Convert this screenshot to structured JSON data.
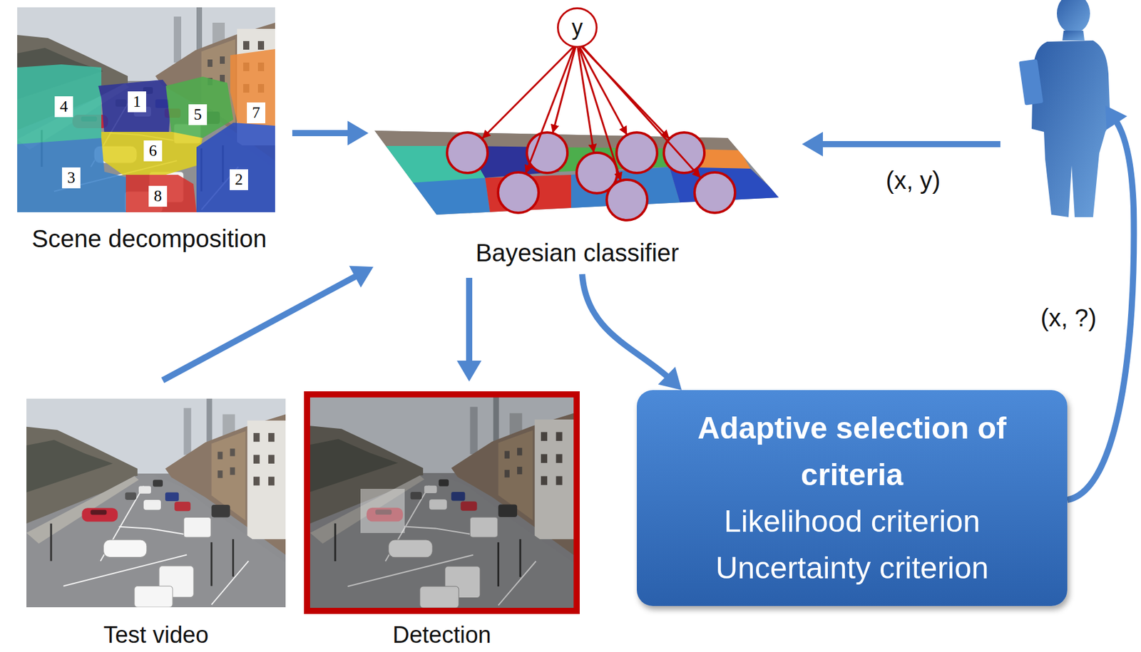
{
  "diagram": {
    "nodes": [
      {
        "text": [
          "Scene decomposition"
        ]
      },
      {
        "text": [
          "4"
        ],
        "in": 0
      },
      {
        "text": [
          "1"
        ],
        "in": 0
      },
      {
        "text": [
          "5"
        ],
        "in": 0
      },
      {
        "text": [
          "7"
        ],
        "in": 0
      },
      {
        "text": [
          "6"
        ],
        "in": 0
      },
      {
        "text": [
          "3"
        ],
        "in": 0
      },
      {
        "text": [
          "8"
        ],
        "in": 0
      },
      {
        "text": [
          "2"
        ],
        "in": 0
      },
      {
        "text": [
          "y"
        ]
      },
      {
        "text": [
          "Bayesian classifier"
        ]
      },
      {
        "text": [
          "Test video"
        ]
      },
      {
        "text": [
          "Detection"
        ]
      },
      {
        "text": [
          "Adaptive selection of criteria",
          "Likelihood criterion",
          "Uncertainty criterion"
        ]
      }
    ],
    "edges": [
      {
        "from": 0,
        "to": 10,
        "arrow": "to"
      },
      {
        "from": 11,
        "to": 10,
        "arrow": "to"
      },
      {
        "from": 10,
        "to": 12,
        "arrow": "to"
      },
      {
        "from": 10,
        "to": 13,
        "arrow": "to"
      }
    ],
    "labels": [
      "(x, y)",
      "(x, ?)"
    ]
  }
}
